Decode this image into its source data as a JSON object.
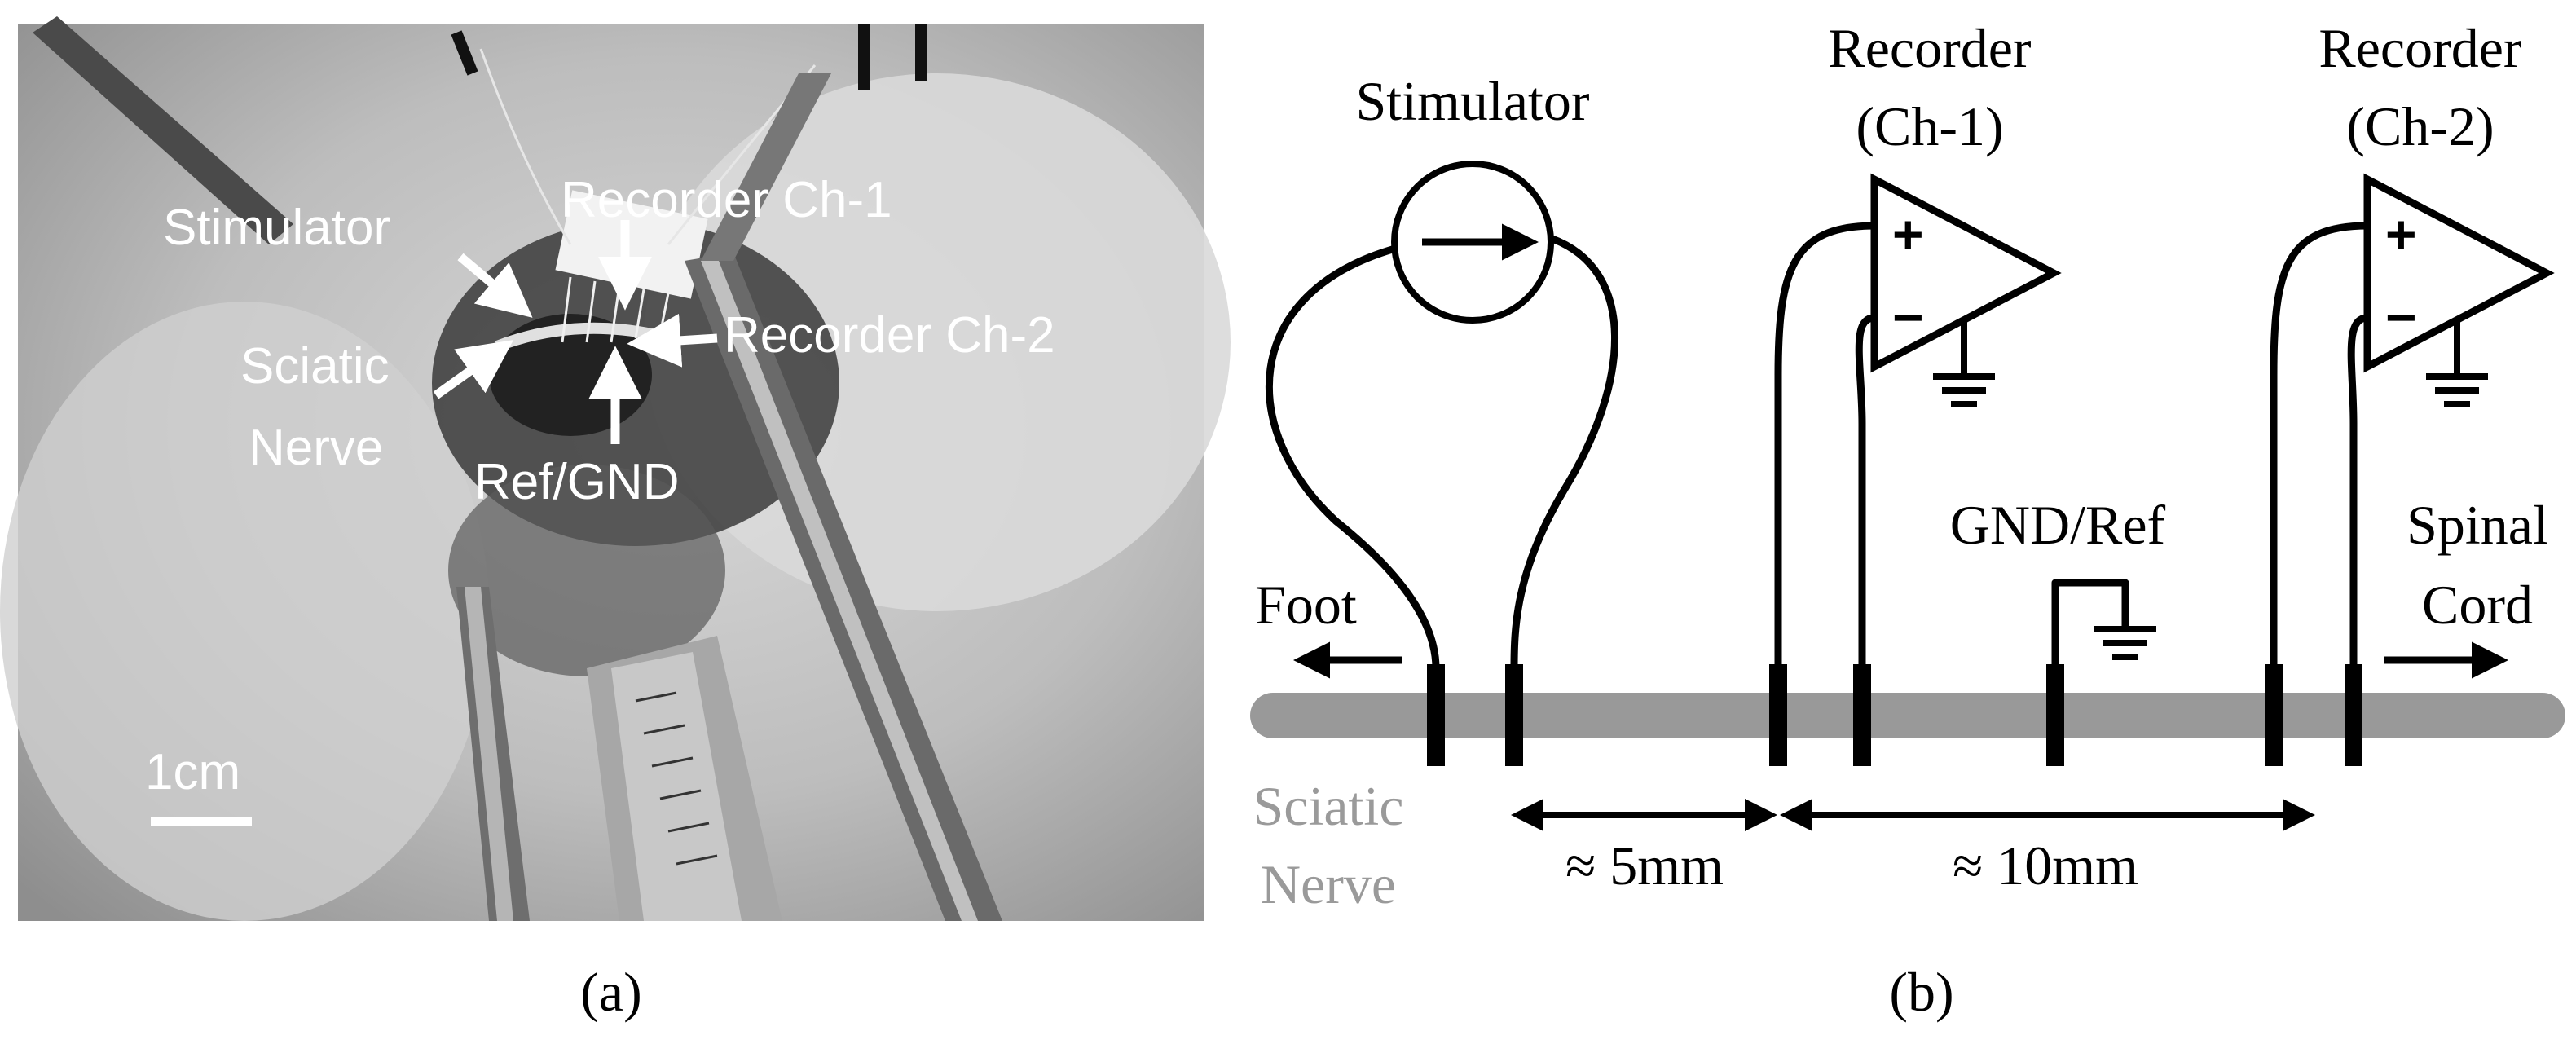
{
  "panel_a": {
    "labels": {
      "stimulator": "Stimulator",
      "recorder_ch1": "Recorder Ch-1",
      "recorder_ch2": "Recorder Ch-2",
      "sciatic": "Sciatic",
      "nerve": "Nerve",
      "ref_gnd": "Ref/GND",
      "scale_bar": "1cm"
    },
    "caption": "(a)"
  },
  "panel_b": {
    "stimulator_label": "Stimulator",
    "recorder1": {
      "line1": "Recorder",
      "line2": "(Ch-1)"
    },
    "recorder2": {
      "line1": "Recorder",
      "line2": "(Ch-2)"
    },
    "gnd_ref_label": "GND/Ref",
    "foot_label": "Foot",
    "spinal": {
      "line1": "Spinal",
      "line2": "Cord"
    },
    "sciatic": {
      "line1": "Sciatic",
      "line2": "Nerve"
    },
    "spacing_5mm": "≈ 5mm",
    "spacing_10mm": "≈ 10mm",
    "plus_sign": "+",
    "minus_sign": "−",
    "caption": "(b)"
  },
  "colors": {
    "wire": "#000000",
    "nerve": "#999999",
    "nerve_label": "#9a9a9a"
  }
}
